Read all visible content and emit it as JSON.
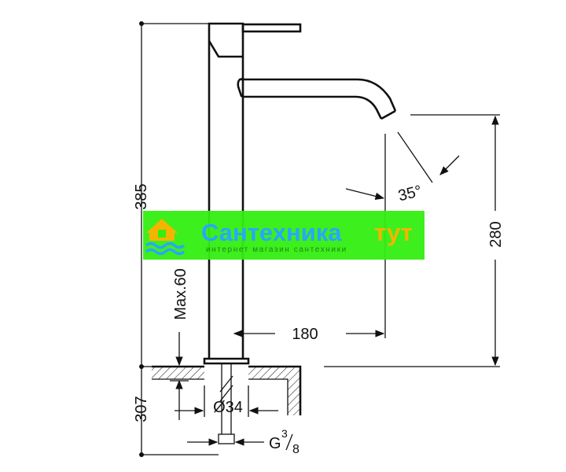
{
  "dimensions": {
    "overall_height": "385",
    "max_deck": "Max.60",
    "below_deck": "307",
    "spout_height": "280",
    "spout_reach": "180",
    "angle": "35°",
    "hole_diameter": "Ø34",
    "thread": "G",
    "thread_num": "3",
    "thread_den": "8"
  },
  "watermark": {
    "title": "Сантехника",
    "title_accent": "тут",
    "subtitle": "интернет магазин сантехники",
    "colors": {
      "band": "#33ee11",
      "title": "#2aa6ff",
      "accent": "#f5b400",
      "logo_house": "#f5b400",
      "logo_waves": "#2aa6ff"
    },
    "logo_icon": "house-waves-logo-icon"
  }
}
